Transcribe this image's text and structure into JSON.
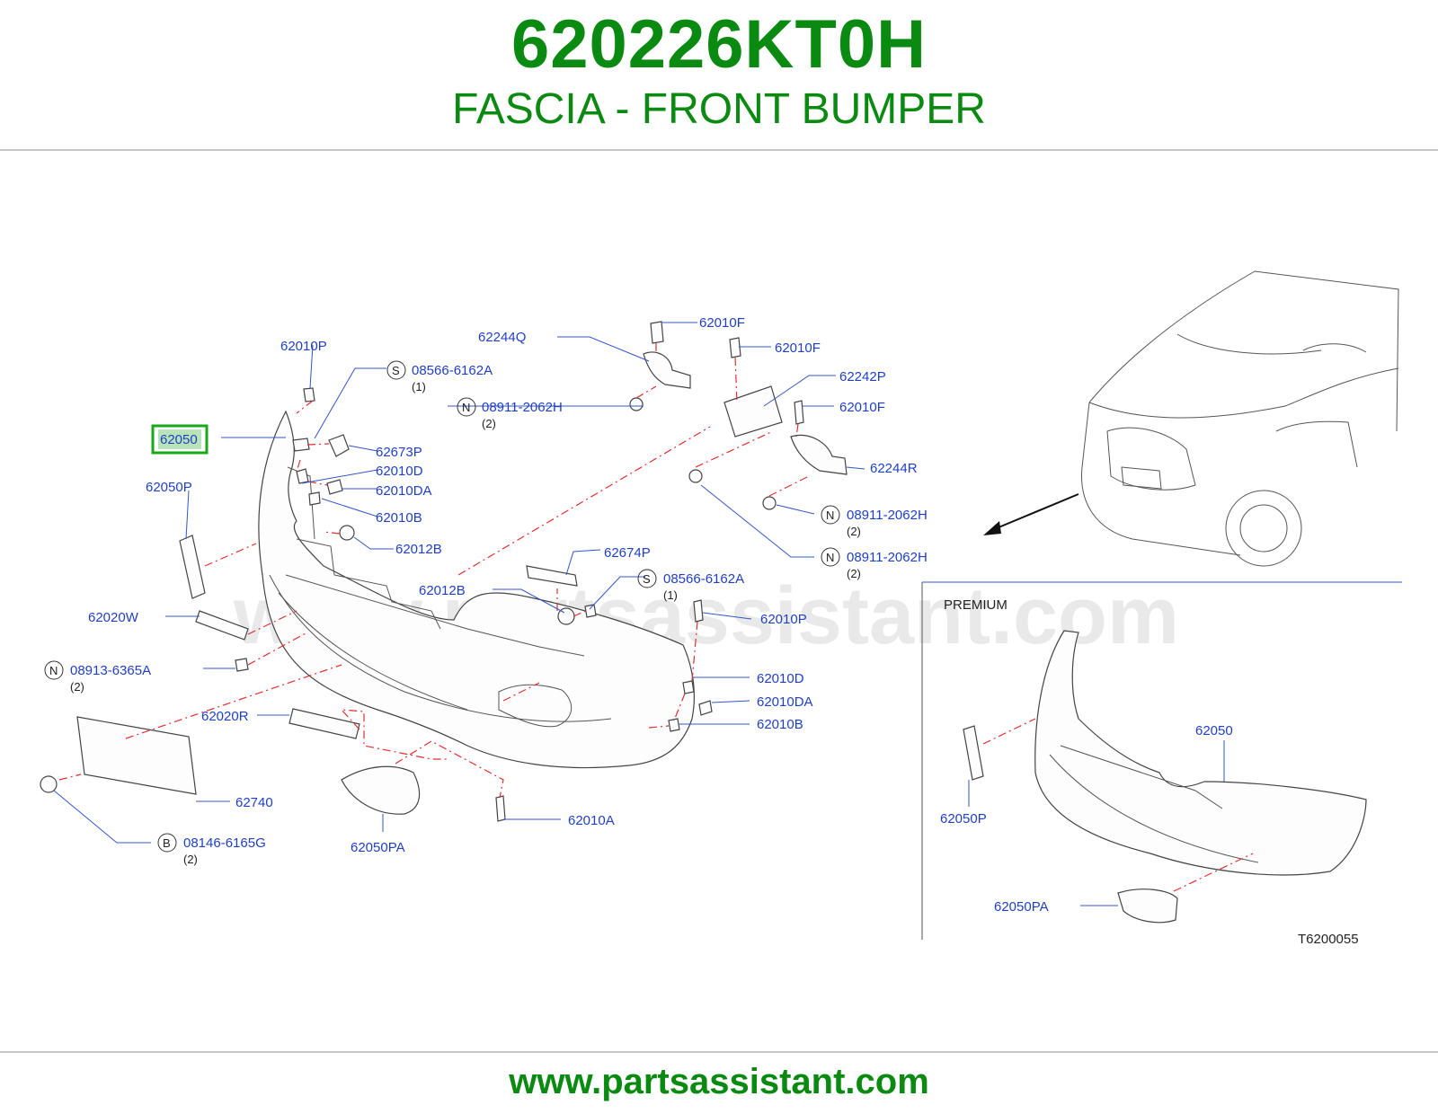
{
  "header": {
    "part_number": "620226KT0H",
    "part_name": "FASCIA - FRONT BUMPER"
  },
  "diagram": {
    "watermark": "www.partsassistant.com",
    "highlighted_callout": "62050",
    "callouts": {
      "c62010P_top": "62010P",
      "c08566_top": "08566-6162A",
      "c62244Q": "62244Q",
      "c62010F_a": "62010F",
      "c62010F_b": "62010F",
      "c62010F_c": "62010F",
      "c08911_top": "08911-2062H",
      "c62242P": "62242P",
      "c62673P": "62673P",
      "c62010D_left": "62010D",
      "c62010DA_left": "62010DA",
      "c62010B_left": "62010B",
      "c62244R": "62244R",
      "c62050P": "62050P",
      "c62012B_right": "62012B",
      "c08911_mid": "08911-2062H",
      "c08911_low": "08911-2062H",
      "c62674P": "62674P",
      "c62012B_mid": "62012B",
      "c08566_mid": "08566-6162A",
      "c62020W": "62020W",
      "c62010P_mid": "62010P",
      "c08913": "08913-6365A",
      "c62010D_right": "62010D",
      "c62010DA_right": "62010DA",
      "c62020R": "62020R",
      "c62010B_right": "62010B",
      "c62740": "62740",
      "c62010A": "62010A",
      "c08146": "08146-6165G",
      "c62050PA": "62050PA",
      "inset_62050": "62050",
      "inset_62050P": "62050P",
      "inset_62050PA": "62050PA"
    },
    "quantities": {
      "q08566_top": "(1)",
      "q08911_top": "(2)",
      "q08911_mid": "(2)",
      "q08911_low": "(2)",
      "q08566_mid": "(1)",
      "q08913": "(2)",
      "q08146": "(2)"
    },
    "circle_letters": {
      "s1": "S",
      "n1": "N",
      "n2": "N",
      "n3": "N",
      "s2": "S",
      "n4": "N",
      "b1": "B"
    },
    "inset_label": "PREMIUM",
    "figure_code": "T6200055"
  },
  "footer": {
    "url": "www.partsassistant.com"
  },
  "colors": {
    "brand_green": "#0b8a12",
    "callout_blue": "#1f3fc7",
    "dash_red": "#e03030",
    "highlight_green": "#18a818"
  }
}
